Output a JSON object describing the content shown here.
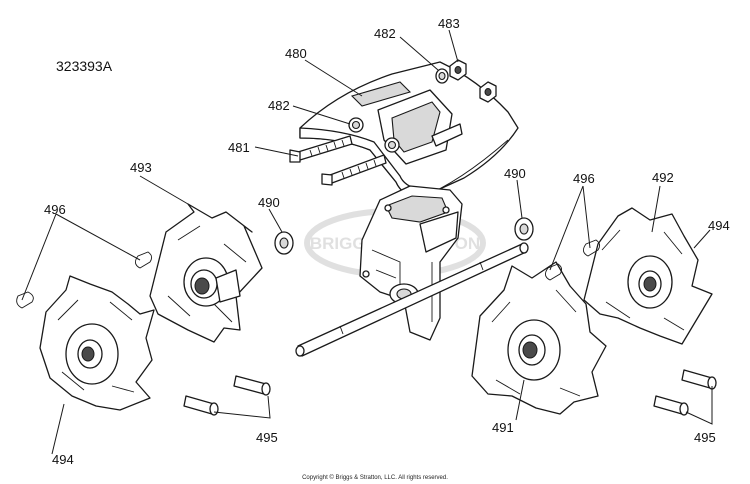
{
  "diagram_code": "323393A",
  "part_labels": [
    {
      "id": "480",
      "text": "480"
    },
    {
      "id": "481",
      "text": "481"
    },
    {
      "id": "482a",
      "text": "482"
    },
    {
      "id": "482b",
      "text": "482"
    },
    {
      "id": "483",
      "text": "483"
    },
    {
      "id": "490a",
      "text": "490"
    },
    {
      "id": "490b",
      "text": "490"
    },
    {
      "id": "491",
      "text": "491"
    },
    {
      "id": "492",
      "text": "492"
    },
    {
      "id": "493",
      "text": "493"
    },
    {
      "id": "494a",
      "text": "494"
    },
    {
      "id": "494b",
      "text": "494"
    },
    {
      "id": "495a",
      "text": "495"
    },
    {
      "id": "495b",
      "text": "495"
    },
    {
      "id": "496a",
      "text": "496"
    },
    {
      "id": "496b",
      "text": "496"
    }
  ],
  "watermark": "BRIGGS&STRATTON",
  "copyright": "Copyright © Briggs & Stratton, LLC. All rights reserved."
}
